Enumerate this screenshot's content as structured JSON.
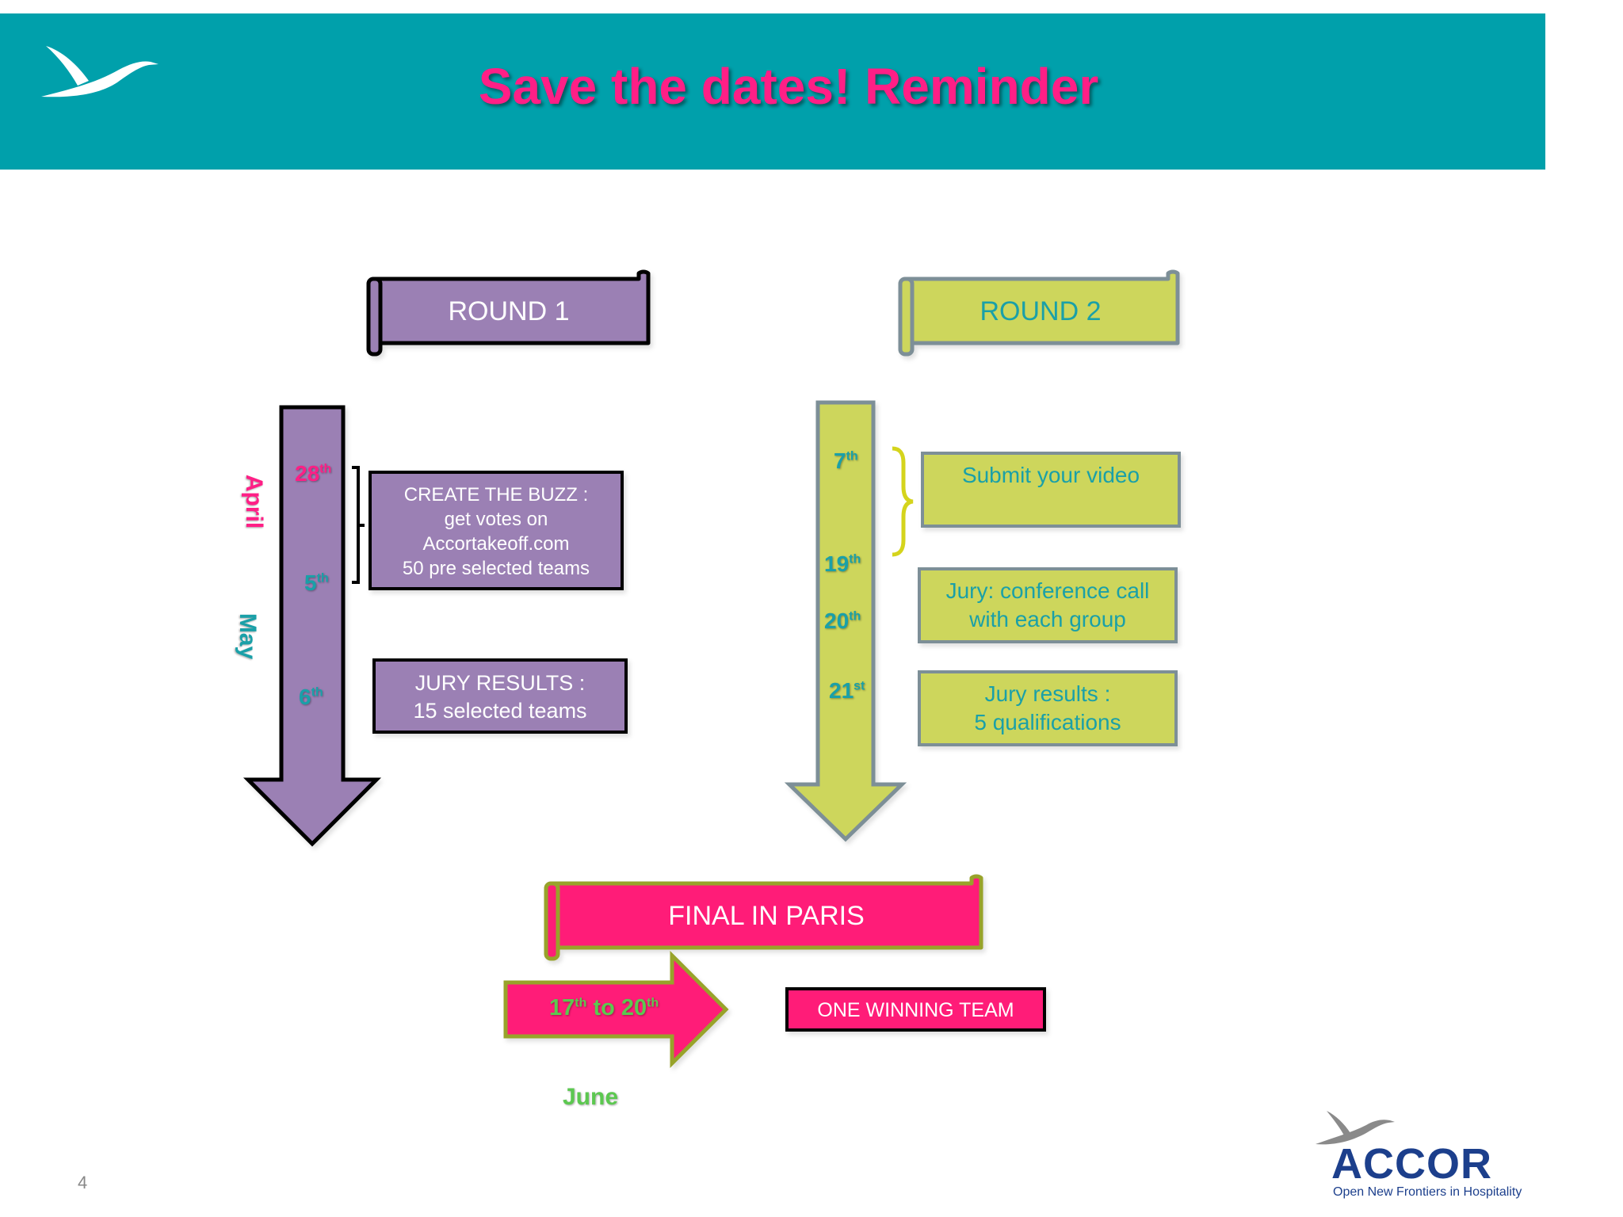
{
  "title": "Save the dates! Reminder",
  "colors": {
    "header": "#00a0ab",
    "title": "#ff1f86",
    "round1": "#9b80b4",
    "round2": "#cdd65c",
    "final": "#ff1f78",
    "teal_text": "#1aa0a8",
    "green_text": "#5cc850"
  },
  "round1": {
    "label": "ROUND 1",
    "months": [
      "April",
      "May"
    ],
    "dates": [
      {
        "num": "28",
        "suffix": "th"
      },
      {
        "num": "5",
        "suffix": "th"
      },
      {
        "num": "6",
        "suffix": "th"
      }
    ],
    "boxes": [
      [
        "CREATE THE BUZZ :",
        "get votes on",
        "Accortakeoff.com",
        "50 pre selected teams"
      ],
      [
        "JURY RESULTS :",
        "15 selected teams"
      ]
    ]
  },
  "round2": {
    "label": "ROUND 2",
    "dates": [
      {
        "num": "7",
        "suffix": "th"
      },
      {
        "num": "19",
        "suffix": "th"
      },
      {
        "num": "20",
        "suffix": "th"
      },
      {
        "num": "21",
        "suffix": "st"
      }
    ],
    "boxes": [
      [
        "Submit your video"
      ],
      [
        "Jury: conference call",
        "with each group"
      ],
      [
        "Jury results :",
        "5 qualifications"
      ]
    ]
  },
  "final": {
    "label": "FINAL IN PARIS",
    "dates": {
      "start": "17",
      "start_suffix": "th",
      "to": "to",
      "end": "20",
      "end_suffix": "th"
    },
    "month": "June",
    "result": "ONE WINNING TEAM"
  },
  "page_number": "4",
  "logo": {
    "name": "ACCOR",
    "tagline": "Open New Frontiers in Hospitality"
  }
}
